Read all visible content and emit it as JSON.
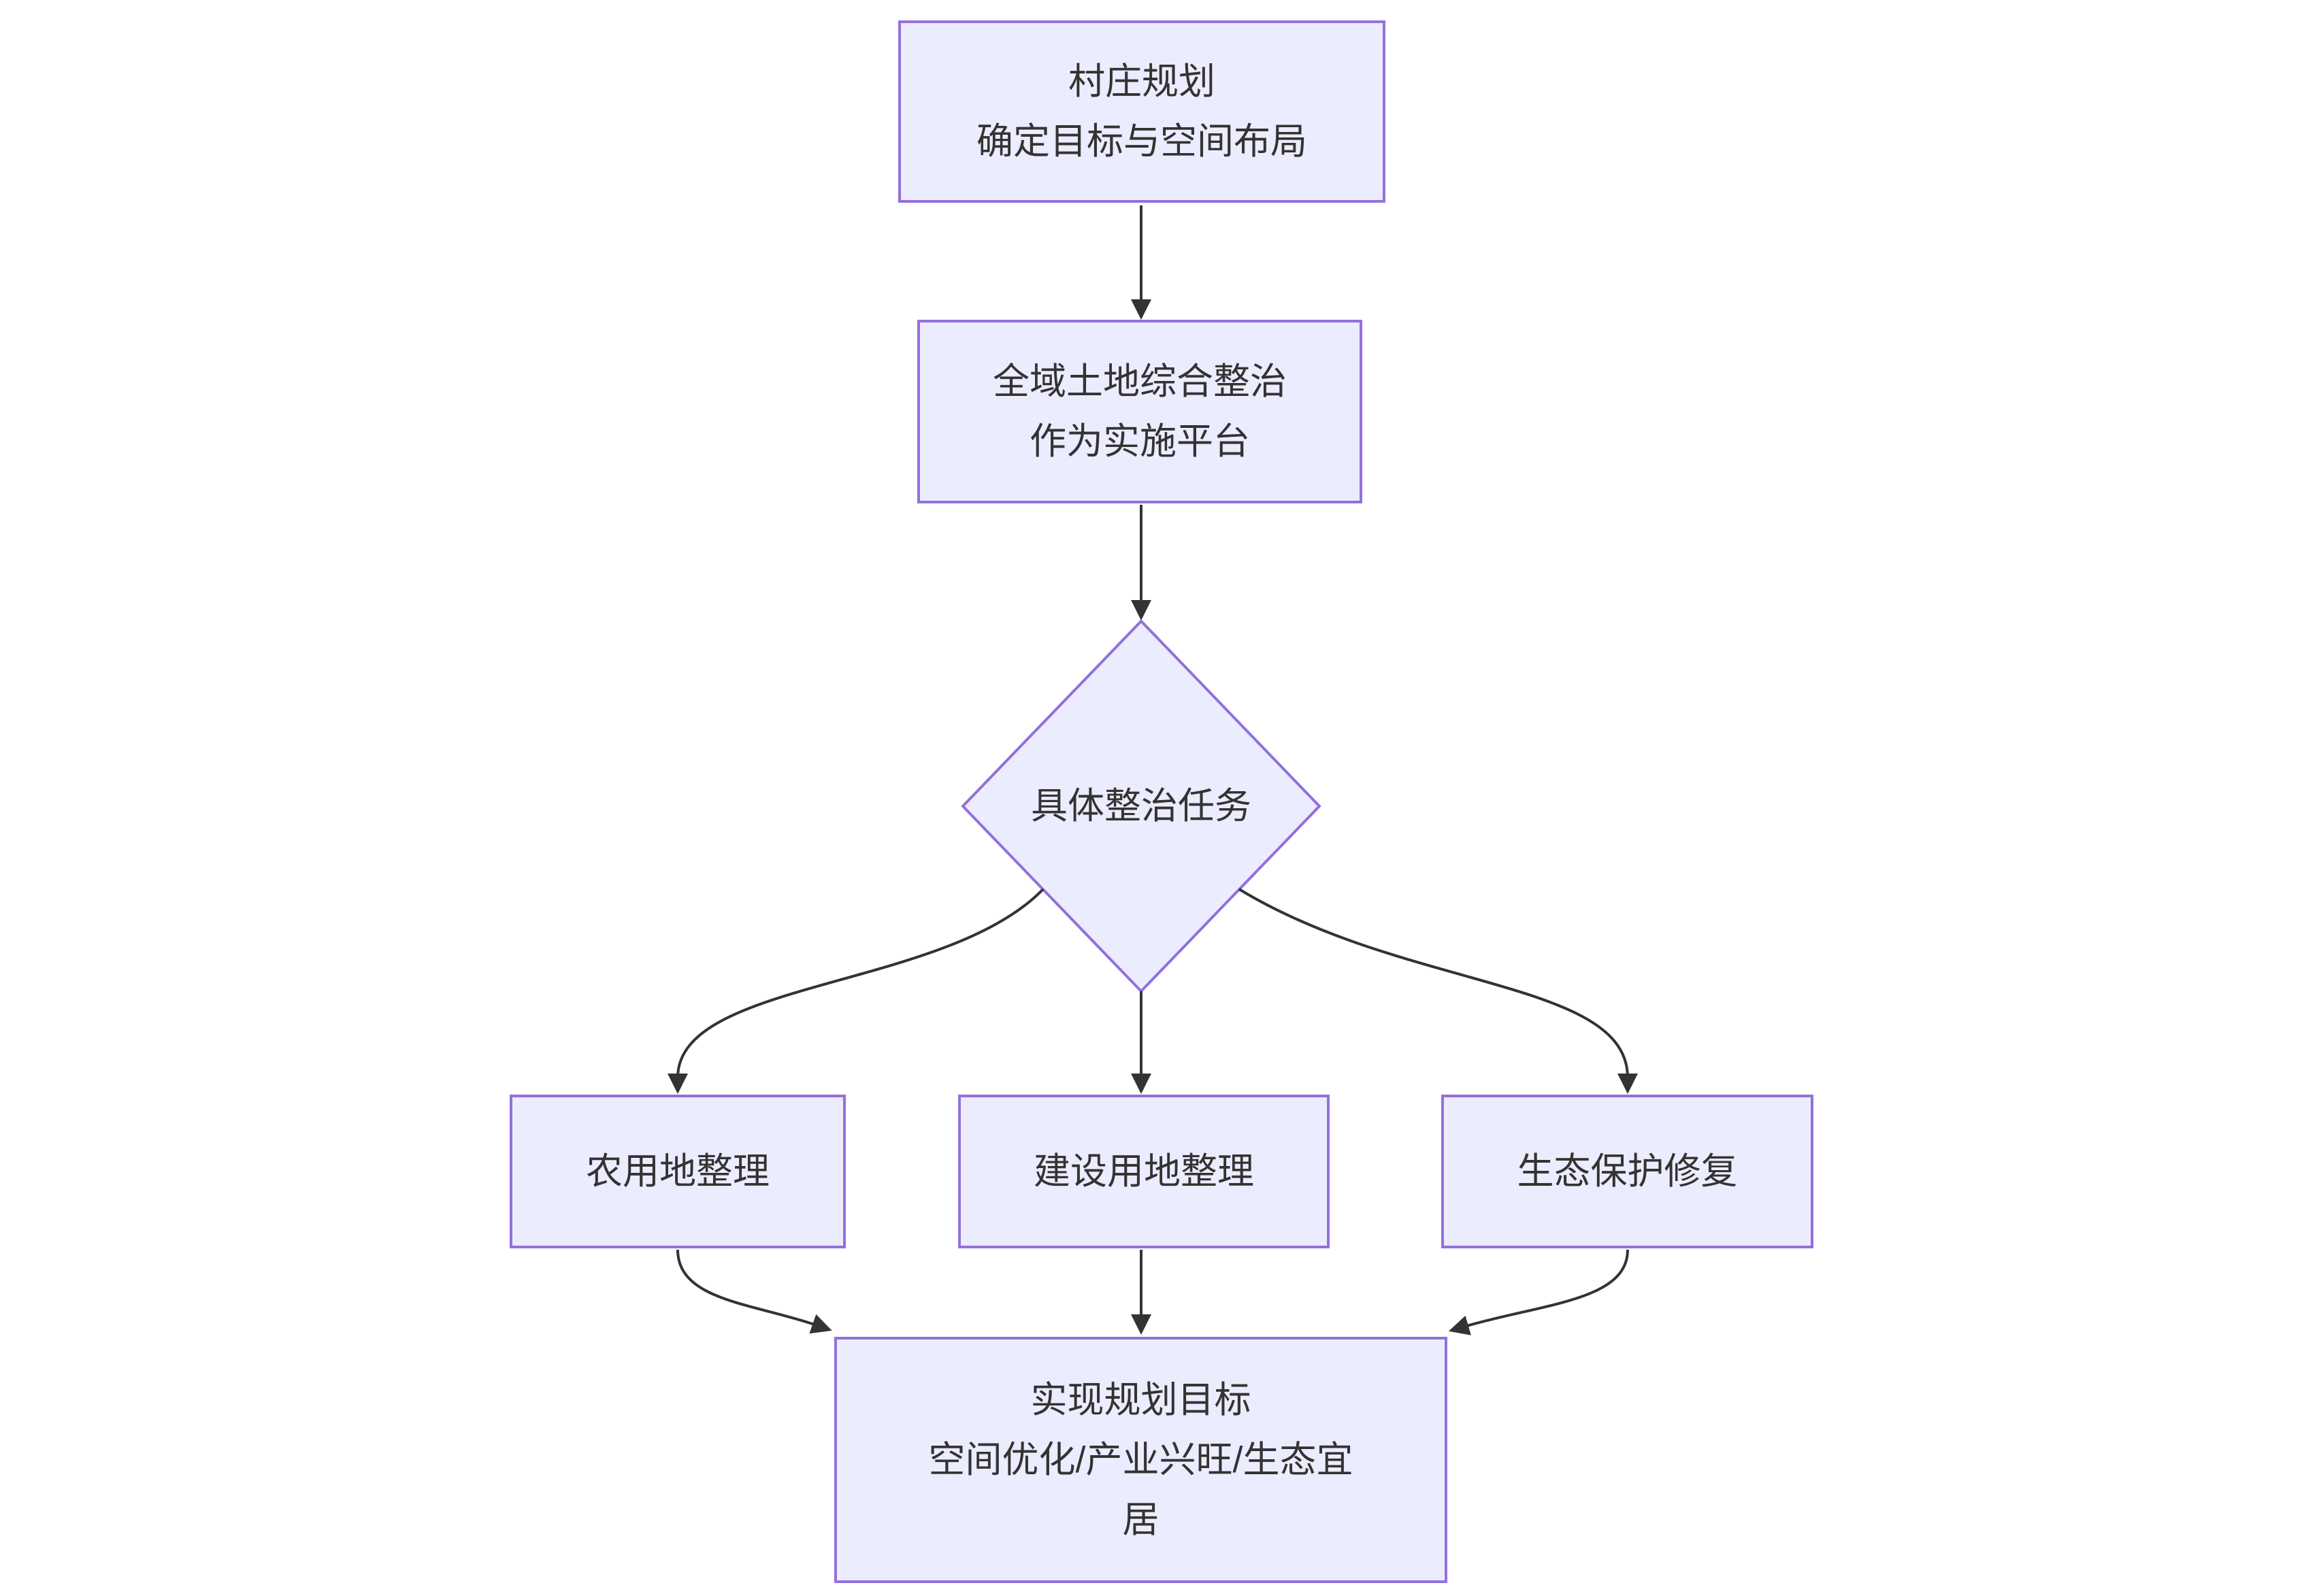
{
  "theme": {
    "node_fill": "#ECECFF",
    "node_border": "#9370DB",
    "text_color": "#333333",
    "edge_color": "#333333",
    "canvas_bg": "#FFFFFF"
  },
  "nodes": {
    "village_planning": {
      "lines": [
        "村庄规划",
        "确定目标与空间布局"
      ]
    },
    "land_consolidation": {
      "lines": [
        "全域土地综合整治",
        "作为实施平台"
      ]
    },
    "tasks_decision": {
      "label": "具体整治任务"
    },
    "farmland": {
      "label": "农用地整理"
    },
    "construction_land": {
      "label": "建设用地整理"
    },
    "ecology": {
      "label": "生态保护修复"
    },
    "goal": {
      "lines": [
        "实现规划目标",
        "空间优化/产业兴旺/生态宜",
        "居"
      ]
    }
  }
}
